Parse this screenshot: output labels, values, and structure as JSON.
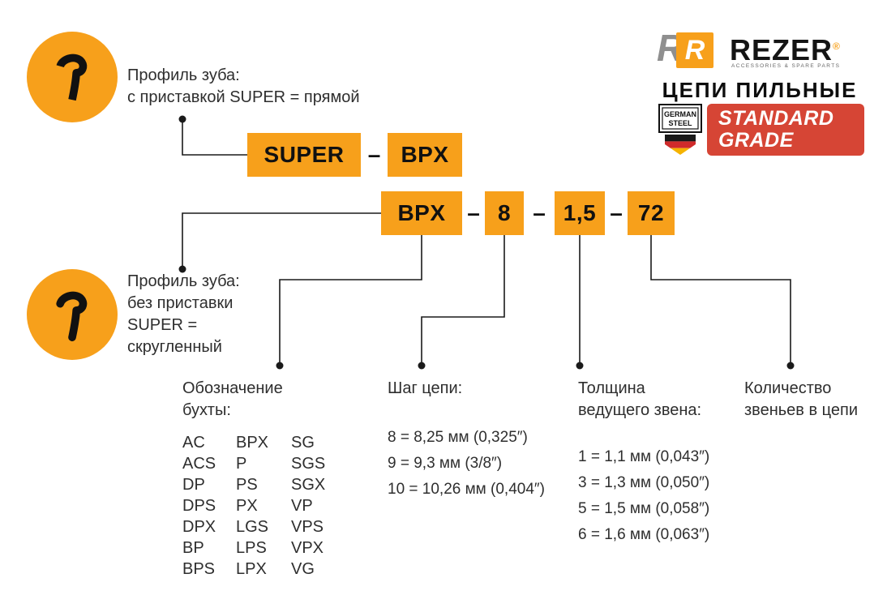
{
  "brand": {
    "logo_r": "R",
    "logo_word": "REZER",
    "registered": "®",
    "tagline": "ACCESSORIES & SPARE PARTS",
    "product_line": "ЦЕПИ ПИЛЬНЫЕ",
    "german_line1": "GERMAN",
    "german_line2": "STEEL",
    "grade_line1": "STANDARD",
    "grade_line2": "GRADE"
  },
  "callouts": {
    "top_line1": "Профиль зуба:",
    "top_line2": "с приставкой SUPER = прямой",
    "bottom_line1": "Профиль зуба:",
    "bottom_line2": "без приставки",
    "bottom_line3": "SUPER =",
    "bottom_line4": "скругленный"
  },
  "code_row1": {
    "part1": "SUPER",
    "sep": "–",
    "part2": "BPX"
  },
  "code_row2": {
    "part1": "BPX",
    "sep1": "–",
    "part2": "8",
    "sep2": "–",
    "part3": "1,5",
    "sep3": "–",
    "part4": "72"
  },
  "columns": {
    "designation": {
      "heading_line1": "Обозначение",
      "heading_line2": "бухты:",
      "codes": [
        [
          "AC",
          "BPX",
          "SG"
        ],
        [
          "ACS",
          "P",
          "SGS"
        ],
        [
          "DP",
          "PS",
          "SGX"
        ],
        [
          "DPS",
          "PX",
          "VP"
        ],
        [
          "DPX",
          "LGS",
          "VPS"
        ],
        [
          "BP",
          "LPS",
          "VPX"
        ],
        [
          "BPS",
          "LPX",
          "VG"
        ]
      ]
    },
    "pitch": {
      "heading": "Шаг цепи:",
      "items": [
        "8 = 8,25 мм (0,325″)",
        "9 = 9,3 мм (3/8″)",
        "10 = 10,26 мм (0,404″)"
      ]
    },
    "gauge": {
      "heading_line1": "Толщина",
      "heading_line2": "ведущего звена:",
      "items": [
        "1 = 1,1 мм (0,043″)",
        "3 = 1,3 мм (0,050″)",
        "5 = 1,5 мм (0,058″)",
        "6 = 1,6 мм (0,063″)"
      ]
    },
    "links": {
      "heading_line1": "Количество",
      "heading_line2": "звеньев в цепи"
    }
  },
  "colors": {
    "accent_orange": "#F7A01B",
    "badge_red": "#D64535",
    "text_dark": "#262626"
  }
}
